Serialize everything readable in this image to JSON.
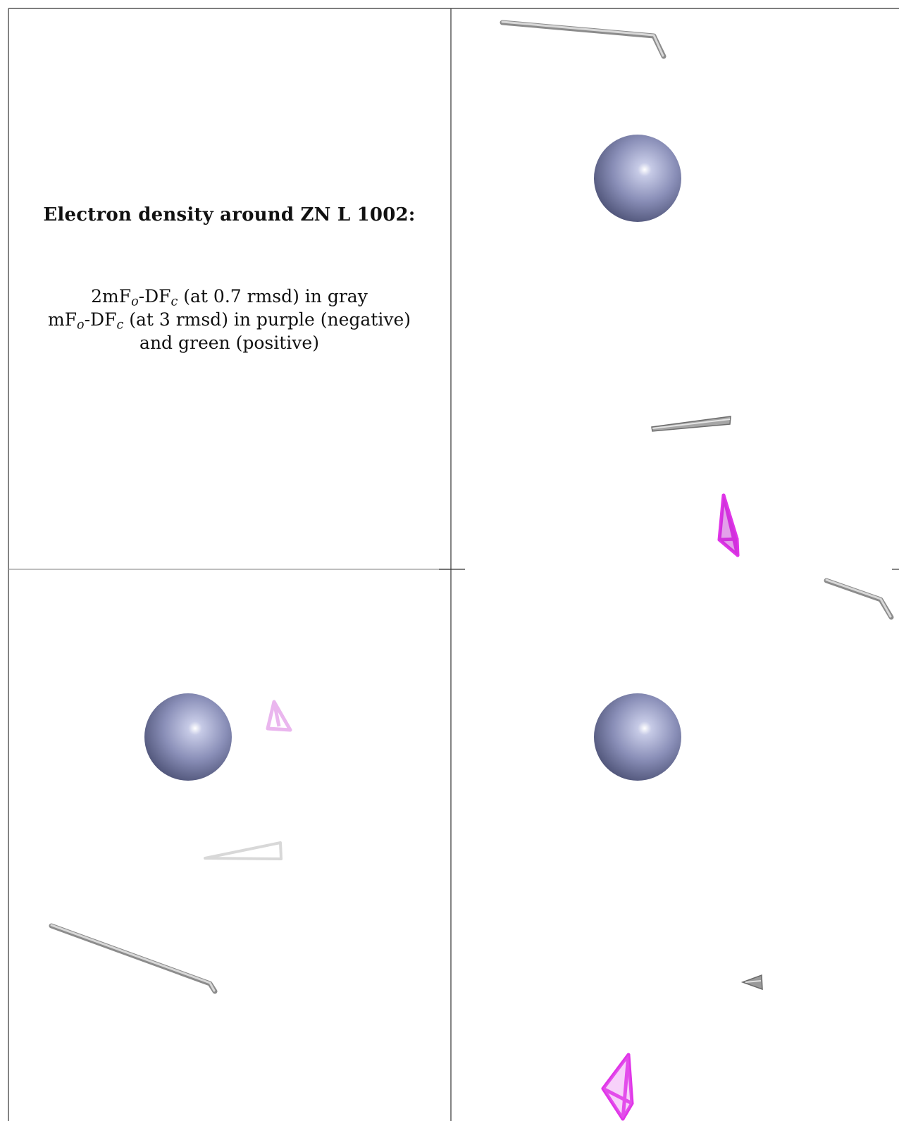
{
  "legend": {
    "title": "Electron density around ZN L 1002:",
    "line1": {
      "a": "2mF",
      "a_sub": "o",
      "b": "-DF",
      "b_sub": "c",
      "c": " (at 0.7 rmsd) in gray"
    },
    "line2": {
      "a": "mF",
      "a_sub": "o",
      "b": "-DF",
      "b_sub": "c",
      "c": " (at 3 rmsd) in purple (negative)"
    },
    "line3": "and green (positive)"
  },
  "colors": {
    "zinc": "#8a8fb8",
    "density_gray": "#b8b8b8",
    "difference_negative": "#e040e8"
  },
  "panels": [
    {
      "name": "view-top-right"
    },
    {
      "name": "view-bottom-left"
    },
    {
      "name": "view-bottom-right"
    }
  ]
}
